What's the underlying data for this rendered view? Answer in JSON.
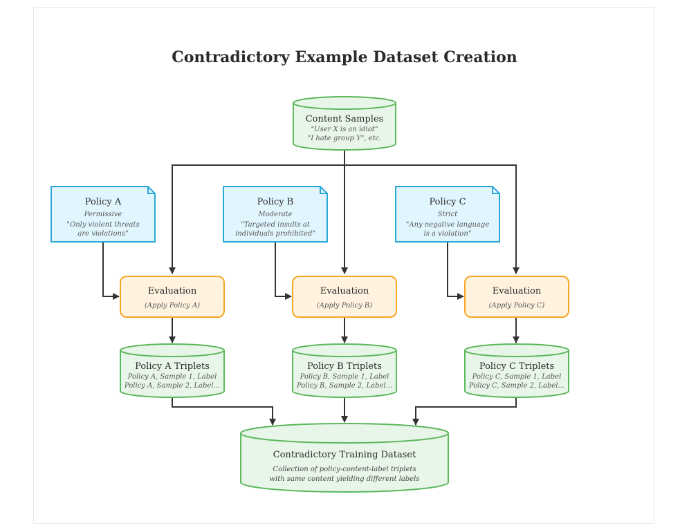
{
  "diagram": {
    "title": "Contradictory Example Dataset Creation",
    "content_samples": {
      "title": "Content Samples",
      "line1": "\"User X is an idiot\"",
      "line2": "\"I hate group Y\", etc."
    },
    "policies": [
      {
        "title": "Policy A",
        "level": "Permissive",
        "line1": "\"Only violent threats",
        "line2": "are violations\""
      },
      {
        "title": "Policy B",
        "level": "Moderate",
        "line1": "\"Targeted insults at",
        "line2": "individuals prohibited\""
      },
      {
        "title": "Policy C",
        "level": "Strict",
        "line1": "\"Any negative language",
        "line2": "is a violation\""
      }
    ],
    "evaluations": [
      {
        "title": "Evaluation",
        "detail": "(Apply Policy A)"
      },
      {
        "title": "Evaluation",
        "detail": "(Apply Policy B)"
      },
      {
        "title": "Evaluation",
        "detail": "(Apply Policy C)"
      }
    ],
    "triplets": [
      {
        "title": "Policy A Triplets",
        "line1": "Policy A, Sample 1, Label",
        "line2": "Policy A, Sample 2, Label..."
      },
      {
        "title": "Policy B Triplets",
        "line1": "Policy B, Sample 1, Label",
        "line2": "Policy B, Sample 2, Label..."
      },
      {
        "title": "Policy C Triplets",
        "line1": "Policy C, Sample 1, Label",
        "line2": "Policy C, Sample 2, Label..."
      }
    ],
    "dataset": {
      "title": "Contradictory Training Dataset",
      "line1": "Collection of policy-content-label triplets",
      "line2": "with same content yielding different labels"
    },
    "colors": {
      "database_fill": "#e8f5e9",
      "database_stroke": "#5cb85c",
      "policy_fill": "#e1f5fe",
      "policy_stroke": "#29a8d8",
      "evaluation_fill": "#fff3e0",
      "evaluation_stroke": "#f5a623",
      "edge": "#333333"
    }
  }
}
